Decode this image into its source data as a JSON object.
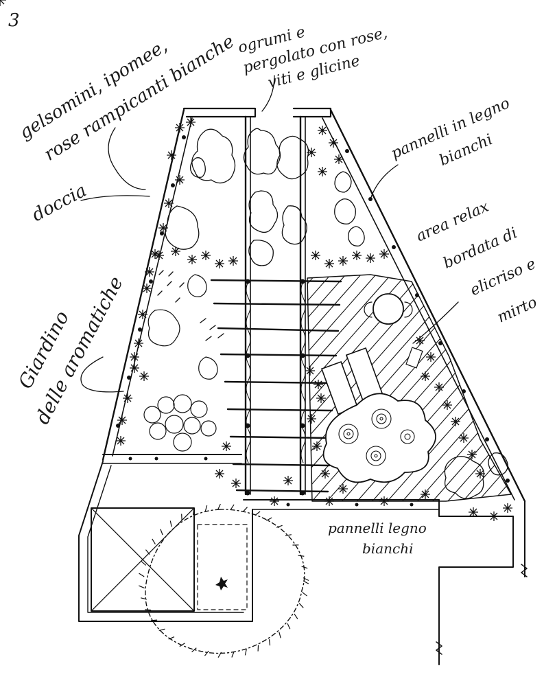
{
  "page_number": "3",
  "labels": {
    "top_left": [
      "gelsomini, ipomee,",
      "rose rampicanti bianche"
    ],
    "doccia": "doccia",
    "giardino": [
      "Giardino",
      "delle aromatiche"
    ],
    "pergolato": [
      "ogrumi e",
      "pergolato con rose,",
      "viti e glicine"
    ],
    "pannelli_right": [
      "pannelli in legno",
      "bianchi"
    ],
    "area_relax": [
      "area relax",
      "bordata di",
      "elicriso e",
      "mirto"
    ],
    "pannelli_bottom": [
      "pannelli legno",
      "bianchi"
    ]
  },
  "colors": {
    "ink": "#111111",
    "paper": "#ffffff"
  }
}
